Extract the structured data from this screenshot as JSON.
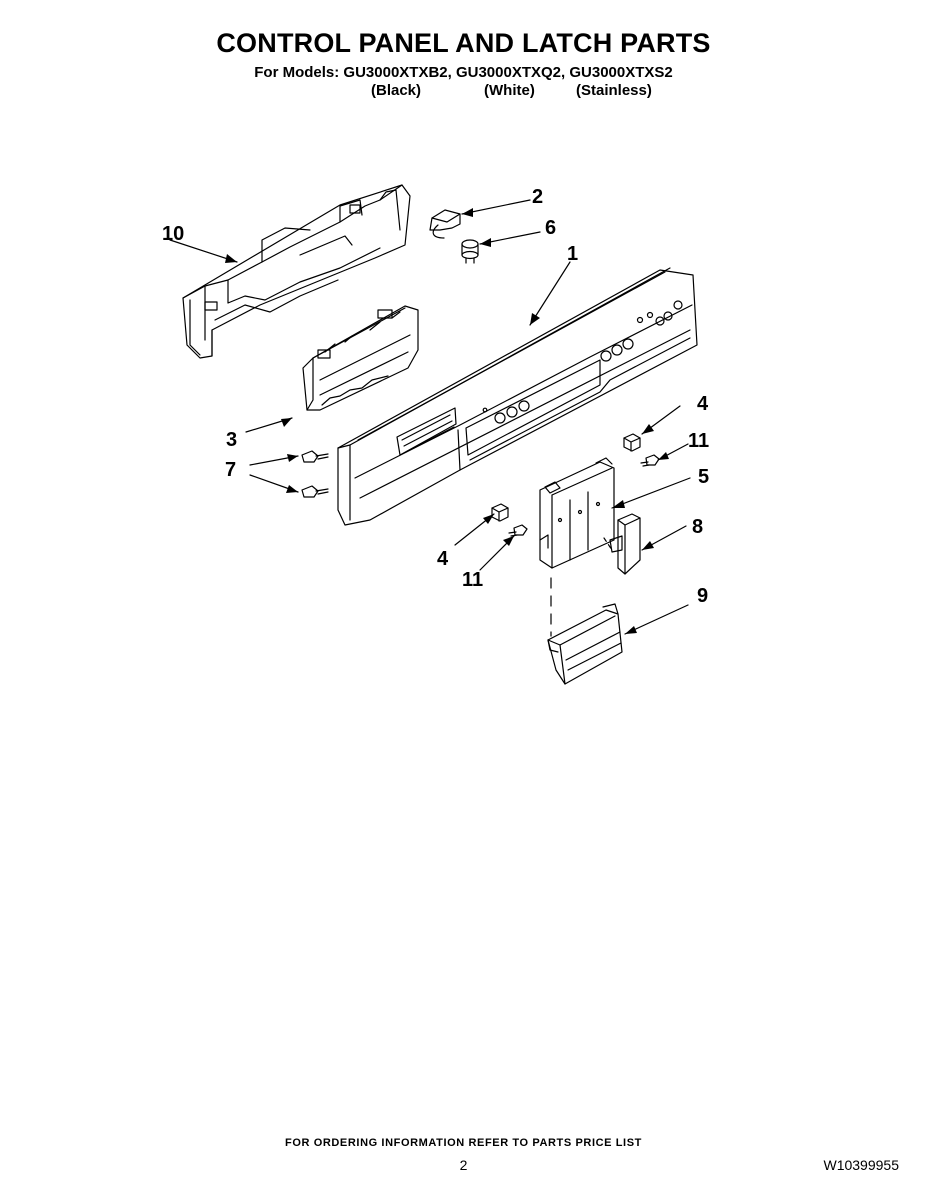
{
  "header": {
    "title": "CONTROL PANEL AND LATCH PARTS",
    "models_line": "For Models: GU3000XTXB2, GU3000XTXQ2, GU3000XTXS2",
    "variants": [
      "(Black)",
      "(White)",
      "(Stainless)"
    ]
  },
  "callouts": {
    "c1": "1",
    "c2": "2",
    "c3": "3",
    "c4a": "4",
    "c4b": "4",
    "c5": "5",
    "c6": "6",
    "c7": "7",
    "c8": "8",
    "c9": "9",
    "c10": "10",
    "c11a": "11",
    "c11b": "11"
  },
  "footer": {
    "ordering_note": "FOR ORDERING INFORMATION REFER TO PARTS PRICE LIST",
    "page_number": "2",
    "document_id": "W10399955"
  }
}
